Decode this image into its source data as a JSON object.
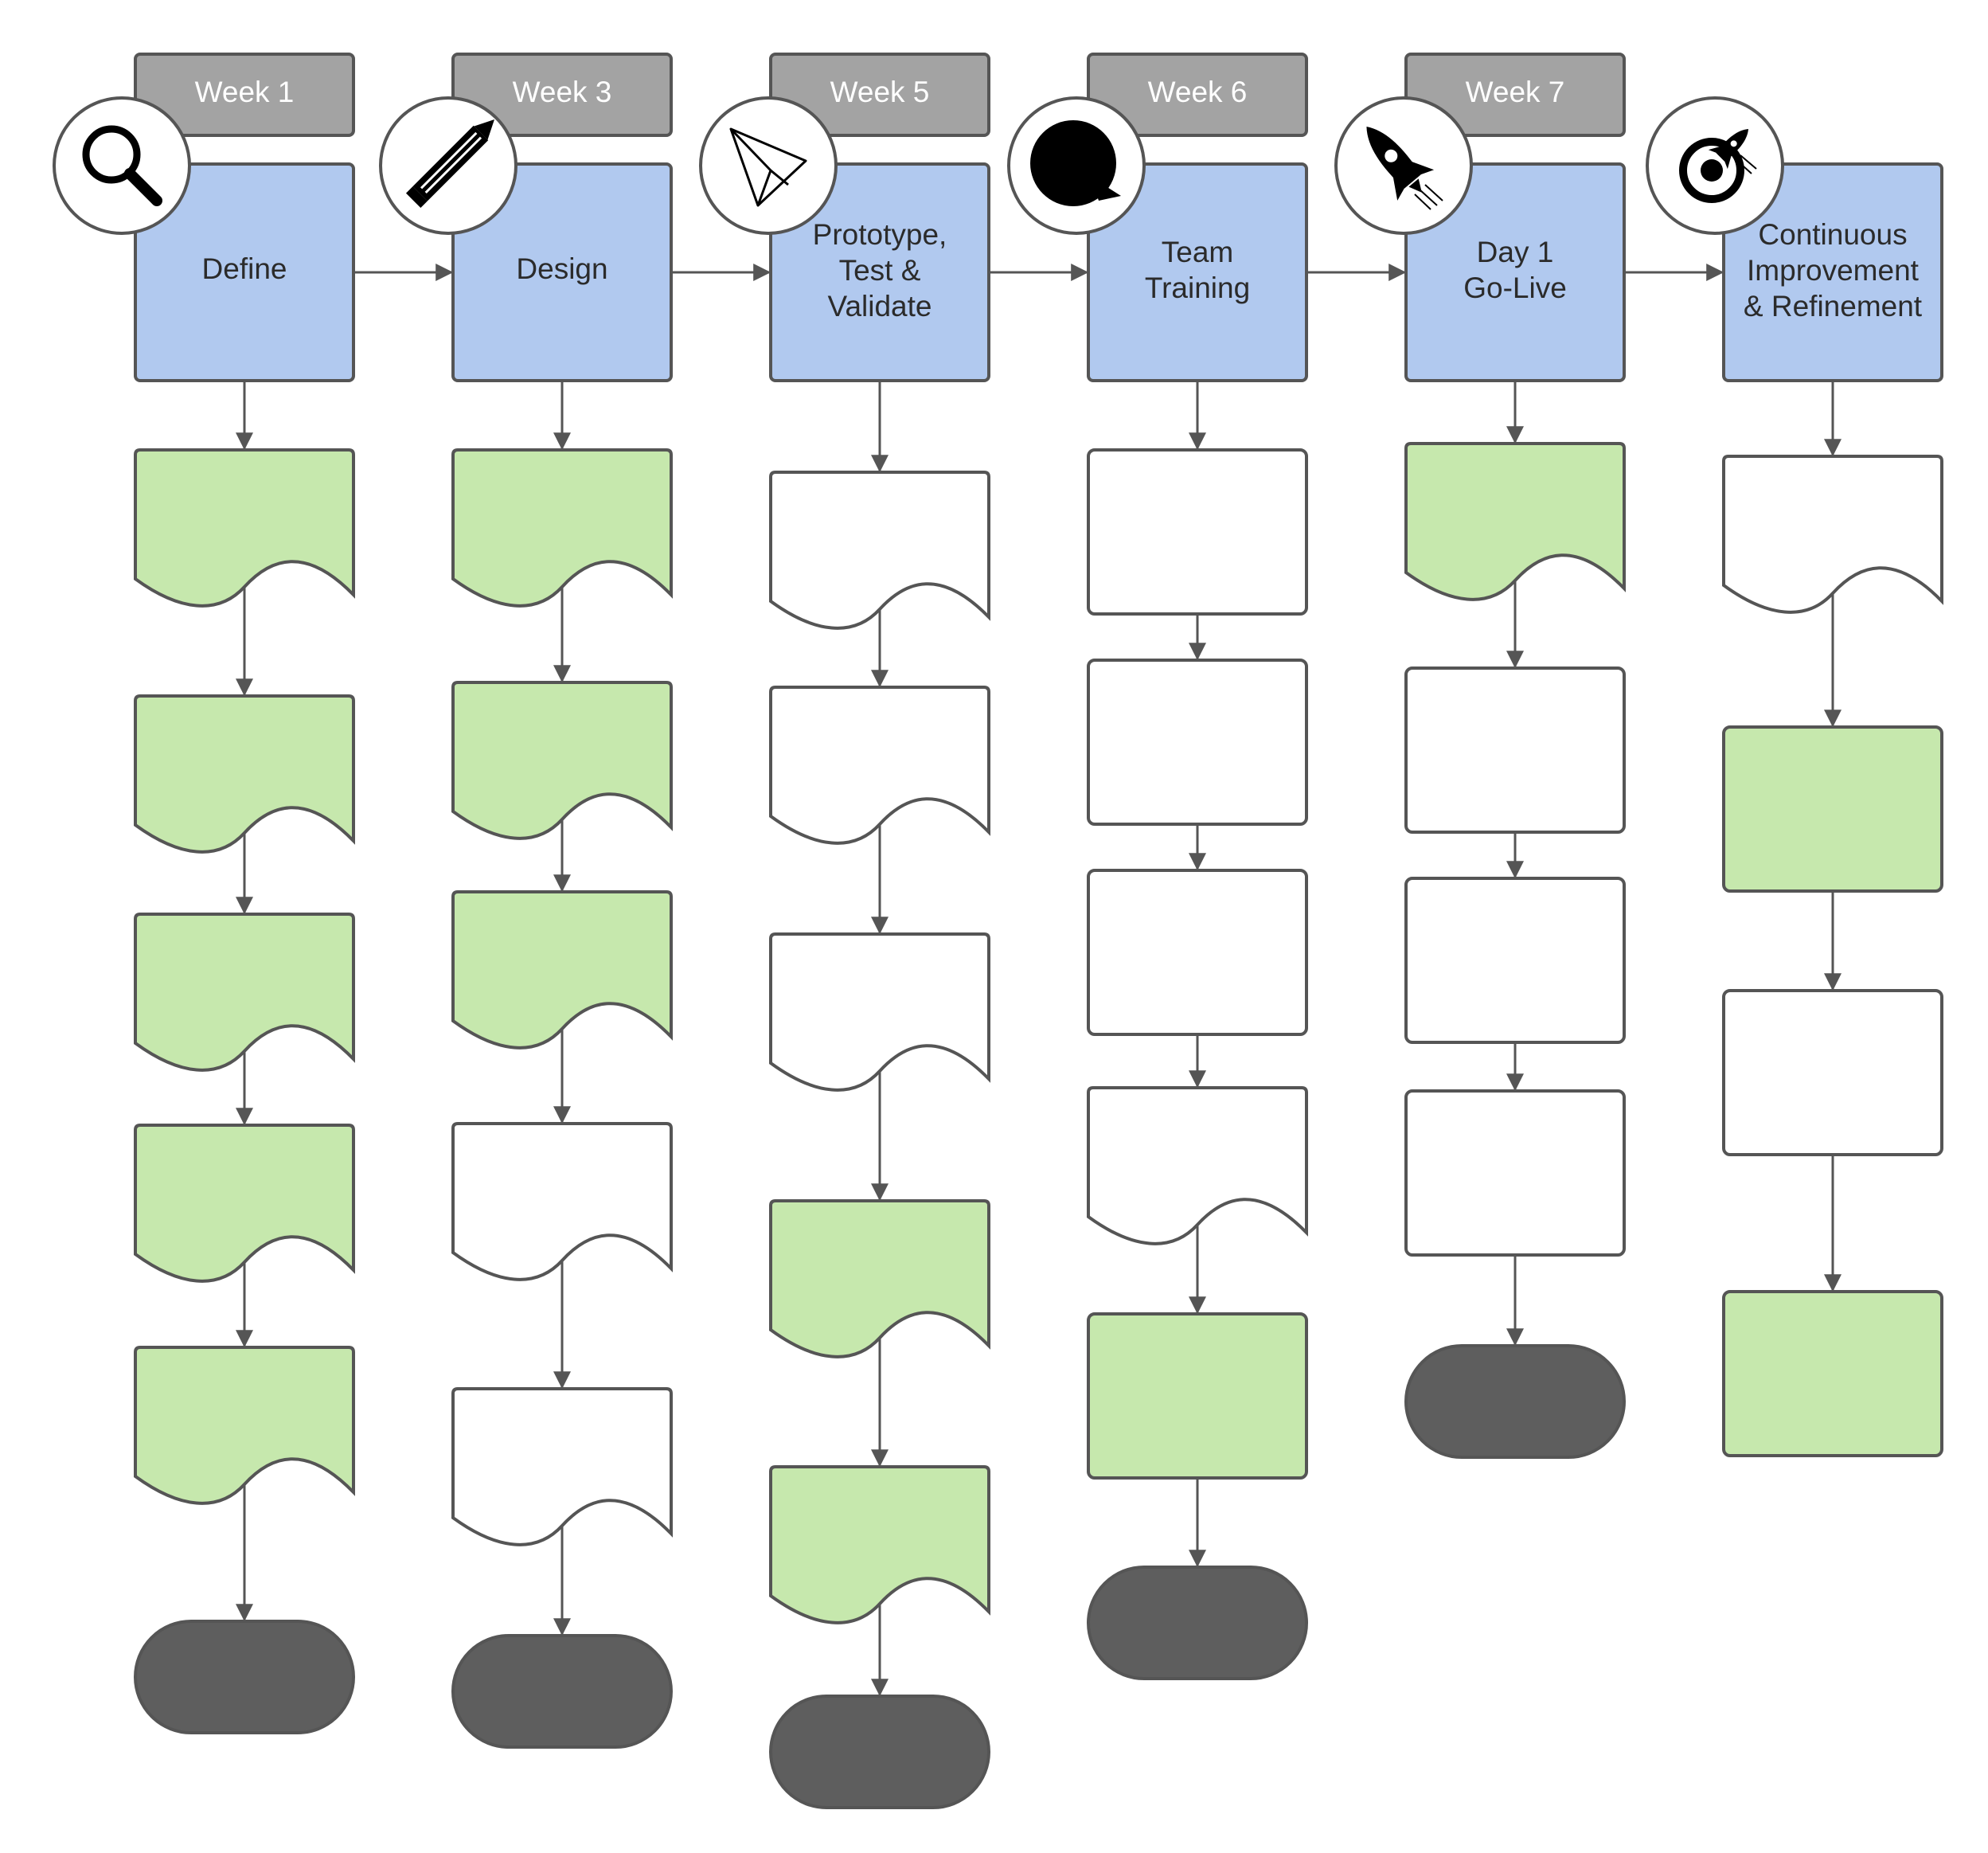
{
  "colors": {
    "header_fill": "#a3a3a3",
    "phase_fill": "#b1c9ef",
    "task_green": "#c6e8ad",
    "task_white": "#ffffff",
    "terminator": "#5e5e5e",
    "stroke": "#555555"
  },
  "phases": [
    {
      "week": "Week 1",
      "label": [
        "Define"
      ],
      "icon": "magnifier-icon",
      "steps": [
        {
          "shape": "document",
          "fill": "green"
        },
        {
          "shape": "document",
          "fill": "green"
        },
        {
          "shape": "document",
          "fill": "green"
        },
        {
          "shape": "document",
          "fill": "green"
        },
        {
          "shape": "document",
          "fill": "green"
        },
        {
          "shape": "terminator",
          "fill": "dark"
        }
      ]
    },
    {
      "week": "Week 3",
      "label": [
        "Design"
      ],
      "icon": "pencil-icon",
      "steps": [
        {
          "shape": "document",
          "fill": "green"
        },
        {
          "shape": "document",
          "fill": "green"
        },
        {
          "shape": "document",
          "fill": "green"
        },
        {
          "shape": "document",
          "fill": "white"
        },
        {
          "shape": "document",
          "fill": "white"
        },
        {
          "shape": "terminator",
          "fill": "dark"
        }
      ]
    },
    {
      "week": "Week 5",
      "label": [
        "Prototype,",
        "Test &",
        "Validate"
      ],
      "icon": "paper-plane-icon",
      "steps": [
        {
          "shape": "document",
          "fill": "white"
        },
        {
          "shape": "document",
          "fill": "white"
        },
        {
          "shape": "document",
          "fill": "white"
        },
        {
          "shape": "document",
          "fill": "green"
        },
        {
          "shape": "document",
          "fill": "green"
        },
        {
          "shape": "terminator",
          "fill": "dark"
        }
      ]
    },
    {
      "week": "Week 6",
      "label": [
        "Team",
        "Training"
      ],
      "icon": "speech-bubble-icon",
      "steps": [
        {
          "shape": "process",
          "fill": "white"
        },
        {
          "shape": "process",
          "fill": "white"
        },
        {
          "shape": "process",
          "fill": "white"
        },
        {
          "shape": "document",
          "fill": "white"
        },
        {
          "shape": "process",
          "fill": "green"
        },
        {
          "shape": "terminator",
          "fill": "dark"
        }
      ]
    },
    {
      "week": "Week 7",
      "label": [
        "Day 1",
        "Go-Live"
      ],
      "icon": "rocket-icon",
      "steps": [
        {
          "shape": "document",
          "fill": "green"
        },
        {
          "shape": "process",
          "fill": "white"
        },
        {
          "shape": "process",
          "fill": "white"
        },
        {
          "shape": "process",
          "fill": "white"
        },
        {
          "shape": "terminator",
          "fill": "dark"
        }
      ]
    },
    {
      "week": "",
      "label": [
        "Continuous",
        "Improvement",
        "& Refinement"
      ],
      "icon": "target-rocket-icon",
      "steps": [
        {
          "shape": "document",
          "fill": "white"
        },
        {
          "shape": "process",
          "fill": "green"
        },
        {
          "shape": "process",
          "fill": "white"
        },
        {
          "shape": "process",
          "fill": "green"
        }
      ]
    }
  ]
}
